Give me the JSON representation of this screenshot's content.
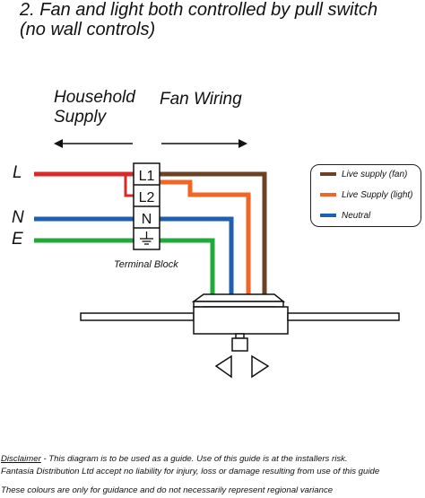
{
  "title": {
    "line1": "2. Fan and light both controlled by pull switch",
    "line2": "(no wall controls)"
  },
  "headers": {
    "household_line1": "Household",
    "household_line2": "Supply",
    "fan_wiring": "Fan Wiring"
  },
  "supply_labels": {
    "live": "L",
    "neutral": "N",
    "earth": "E"
  },
  "terminal_block": {
    "label": "Terminal Block",
    "terminals": [
      "L1",
      "L2",
      "N"
    ]
  },
  "legend": {
    "items": [
      {
        "label": "Live supply (fan)",
        "color": "#6b4226"
      },
      {
        "label": "Live Supply (light)",
        "color": "#f26522"
      },
      {
        "label": "Neutral",
        "color": "#1f5fb0"
      }
    ]
  },
  "wire_colors": {
    "live_red": "#d92a2a",
    "fan_brown": "#6b4226",
    "light_orange": "#f26522",
    "neutral_blue": "#1f5fb0",
    "earth_green": "#1faa3a"
  },
  "footer": {
    "disclaimer_word": "Disclaimer",
    "disclaimer_rest": " - This diagram is to be used as a guide.  Use of this guide is at the installers risk.",
    "liability": "Fantasia Distribution Ltd accept no liability for injury, loss or damage resulting from use of this guide",
    "colours_note": "These colours are only for guidance and do not necessarily represent regional variance"
  }
}
